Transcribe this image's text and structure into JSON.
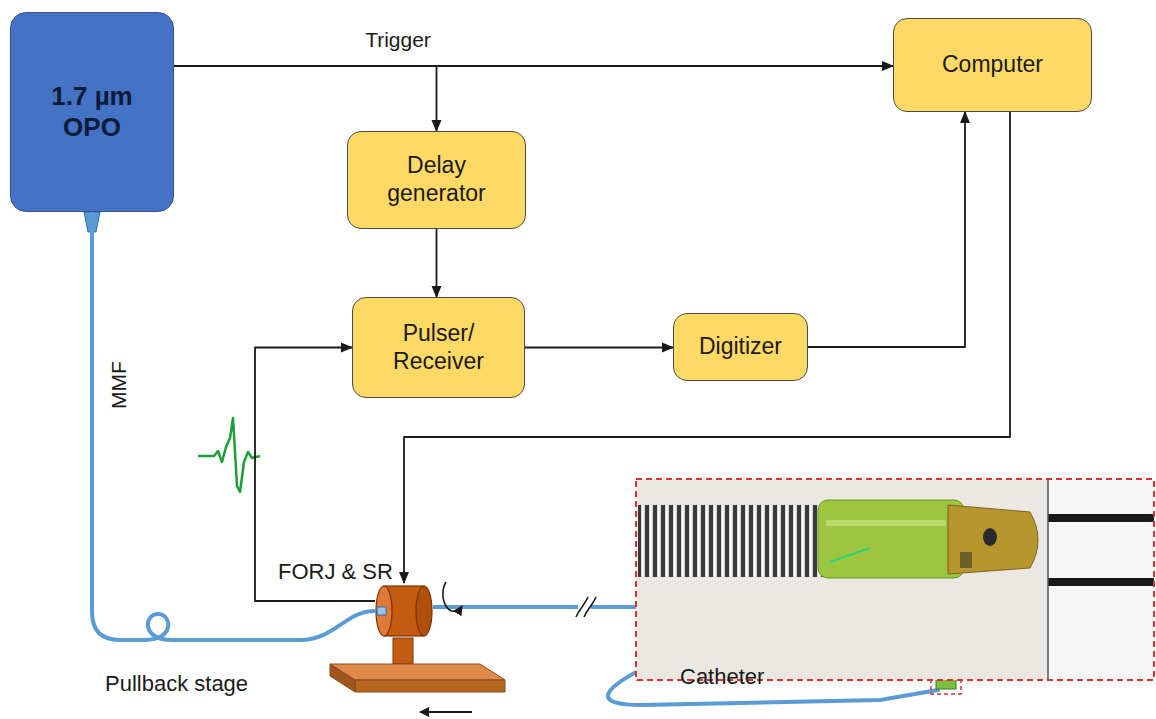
{
  "diagram": {
    "nodes": [
      {
        "text": [
          "1.7 µm OPO"
        ]
      },
      {
        "text": [
          "Computer"
        ]
      },
      {
        "text": [
          "Delay generator"
        ]
      },
      {
        "text": [
          "Pulser/ Receiver"
        ]
      },
      {
        "text": [
          "Digitizer"
        ]
      },
      {
        "text": [
          "FORJ & SR"
        ]
      }
    ],
    "edges": [
      {
        "from": 0,
        "to": 1,
        "arrow": "to",
        "label": "Trigger"
      },
      {
        "from": 0,
        "to": 2,
        "arrow": "to"
      },
      {
        "from": 2,
        "to": 3,
        "arrow": "to"
      },
      {
        "from": 3,
        "to": 4,
        "arrow": "to"
      },
      {
        "from": 4,
        "to": 1,
        "arrow": "to"
      },
      {
        "from": 1,
        "to": 5,
        "arrow": "to"
      },
      {
        "from": 5,
        "to": 3,
        "arrow": "to"
      },
      {
        "from": 0,
        "to": 5,
        "arrow": "none",
        "label": "MMF"
      }
    ],
    "labels": [
      "Pullback stage",
      "Catheter"
    ]
  }
}
